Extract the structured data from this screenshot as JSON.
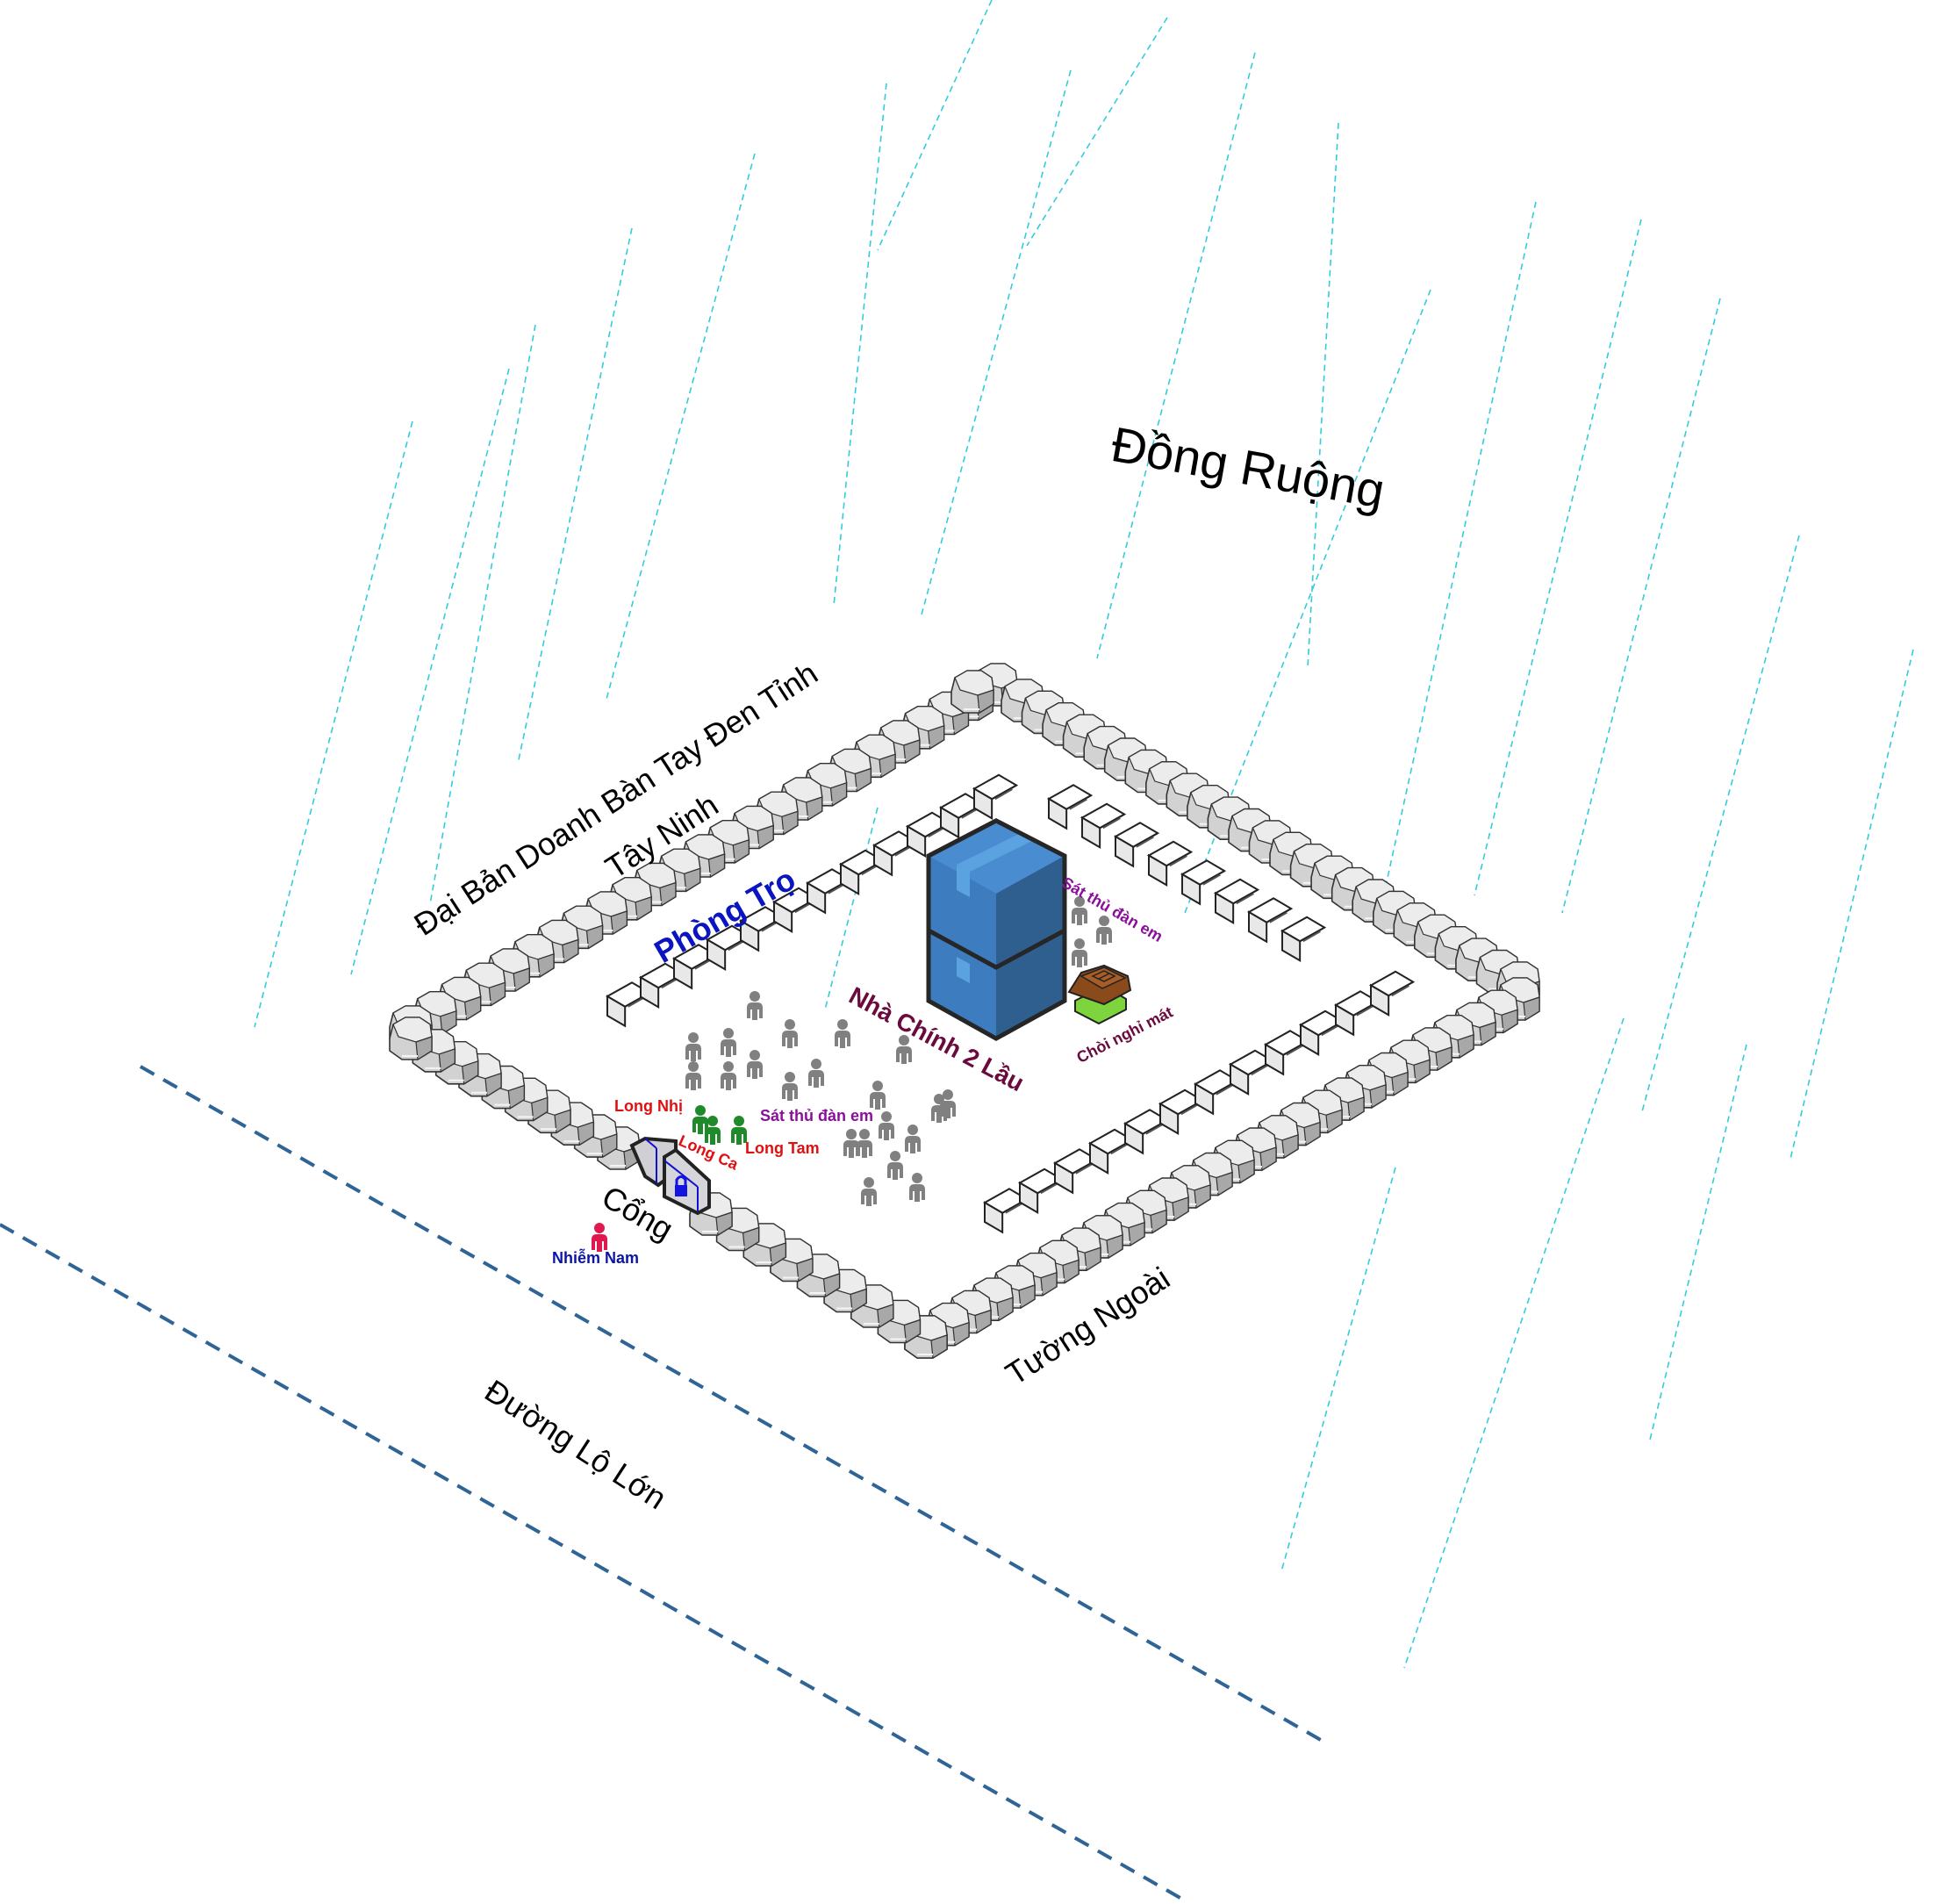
{
  "labels": {
    "fields": "Đồng Ruộng",
    "headquarters_line1": "Đại Bản Doanh Bàn Tay Đen Tỉnh",
    "headquarters_line2": "Tây Ninh",
    "rental_rooms": "Phòng Trọ",
    "main_house": "Nhà Chính 2 Lầu",
    "gazebo": "Chòi nghỉ mát",
    "assassins_top": "Sát thủ đàn em",
    "assassins_yard": "Sát thủ đàn em",
    "gate": "Cổng",
    "outer_wall": "Tường Ngoài",
    "main_road": "Đường Lộ Lớn",
    "long_nhi": "Long Nhị",
    "long_ca": "Long Ca",
    "long_tam": "Long Tam",
    "nhiem_nam": "Nhiễm Nam"
  },
  "colors": {
    "field_lines": "#33ccdd",
    "road_lines": "#2f6496",
    "building_blue": "#3a7ebf",
    "rental_label": "#0a14c0",
    "main_house_label": "#6b0a3c",
    "gazebo_label": "#6b0a3c",
    "assassin_label": "#8a0f9a",
    "leader_label": "#e01010",
    "leader_figure": "#1e8a2a",
    "nhiem_nam_label": "#0a14a8",
    "nhiem_nam_figure": "#e01850",
    "henchman_figure": "#808080",
    "stone_fill": "#dcdcdc"
  },
  "icons": {
    "main_house": "stacked-box-building-icon",
    "gazebo": "gazebo-icon",
    "gate": "locked-gate-icon",
    "person": "person-icon",
    "wall": "stone-block-icon",
    "rental_room": "room-block-icon"
  },
  "counts": {
    "yard_henchmen": 22,
    "top_henchmen": 3,
    "leaders": 3,
    "rental_rows": 3,
    "house_floors": 2
  }
}
